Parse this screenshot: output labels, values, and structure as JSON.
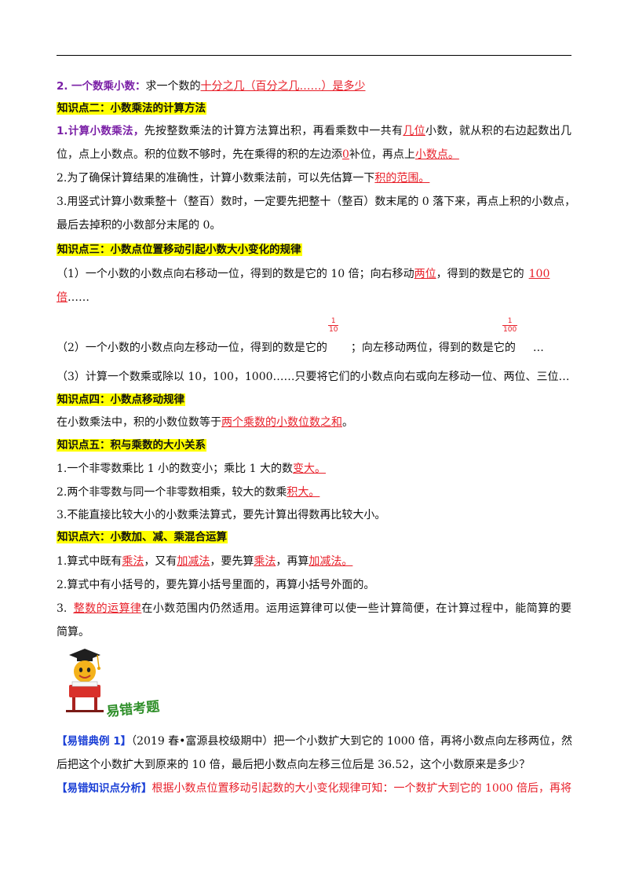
{
  "s2": {
    "num": "2.",
    "title": "一个数乘小数：",
    "text": "求一个数的",
    "answer": "十分之几（百分之几……）是多少"
  },
  "k2": {
    "heading": "知识点二：小数乘法的计算方法",
    "p1_lead": "1.计算小数乘法，",
    "p1_a": "先按整数乘法的计算方法算出积，再看乘数中一共有",
    "p1_ans1": "几位",
    "p1_b": "小数，就从积的右边起数出几",
    "p1_c": "位，点上小数点。积的位数不够时，先在乘得的积的左边添",
    "p1_ans2": "0",
    "p1_d": "补位，再点上",
    "p1_ans3": "小数点。",
    "p2_a": "2.为了确保计算结果的准确性，计算小数乘法前，可以先估算一下",
    "p2_ans": "积的范围。",
    "p3_a": "3.用竖式计算小数乘整十（整百）数时，一定要先把整十（整百）数末尾的 0 落下来，再点上积的小数点，",
    "p3_b": "最后去掉积的小数部分末尾的 0。"
  },
  "k3": {
    "heading": "知识点三：小数点位置移动引起小数大小变化的规律",
    "l1_a": "（1）一个小数的小数点向右移动一位，得到的数是它的 10 倍；向右移动",
    "l1_ans1": "两位",
    "l1_b": "，得到的数是它的",
    "l1_ans2": "100",
    "l1_ans3": "倍",
    "l1_c": "……",
    "frac1_num": "1",
    "frac1_den": "10",
    "frac2_num": "1",
    "frac2_den": "100",
    "l2_a": "（2）一个小数的小数点向左移动一位，得到的数是它的",
    "l2_b": "；向左移动两位，得到的数是它的",
    "l2_c": "…",
    "l3": "（3）计算一个数乘或除以 10，100，1000……只要将它们的小数点向右或向左移动一位、两位、三位…"
  },
  "k4": {
    "heading": "知识点四：小数点移动规律",
    "l1_a": "在小数乘法中，积的小数位数等于",
    "l1_ans": "两个乘数的小数位数之和",
    "l1_b": "。"
  },
  "k5": {
    "heading": "知识点五：积与乘数的大小关系",
    "l1_a": "1.一个非零数乘比 1 小的数变小；乘比 1 大的数",
    "l1_ans": "变大。",
    "l2_a": "2.两个非零数与同一个非零数相乘，较大的数乘",
    "l2_ans": "积大。",
    "l3": "3.不能直接比较大小的小数乘法算式，要先计算出得数再比较大小。"
  },
  "k6": {
    "heading": "知识点六：小数加、减、乘混合运算",
    "l1_a": "1.算式中既有",
    "l1_ans1": "乘法",
    "l1_b": "，又有",
    "l1_ans2": "加减法",
    "l1_c": "，要先算",
    "l1_ans3": "乘法",
    "l1_d": "，再算",
    "l1_ans4": "加减法。",
    "l2": "2.算式中有小括号的，要先算小括号里面的，再算小括号外面的。",
    "l3_num": "3.",
    "l3_ans": "整数的运算律",
    "l3_a": "在小数范围内仍然适用。运用运算律可以使一些计算简便，在计算过程中，能简算的要",
    "l3_b": "简算。"
  },
  "mascot": {
    "caption": "易错考题",
    "icon": "graduate-mascot-icon"
  },
  "example": {
    "tag": "【易错典例 1】",
    "text_a": "（2019 春•富源县校级期中）把一个小数扩大到它的 1000 倍，再将小数点向左移两位，然",
    "text_b": "后把这个小数扩大到原来的 10 倍，最后把小数点向左移三位后是 36.52，这个小数原来是多少？",
    "analysis_tag": "【易错知识点分析】",
    "analysis_text": "根据小数点位置移动引起数的大小变化规律可知：一个数扩大到它的 1000 倍后，再将"
  },
  "colors": {
    "highlight": "#ffff00",
    "answer_red": "#e8202a",
    "title_purple": "#7a1fa6",
    "tag_blue": "#1a3fd6",
    "caption_green": "#2f8f2a"
  }
}
